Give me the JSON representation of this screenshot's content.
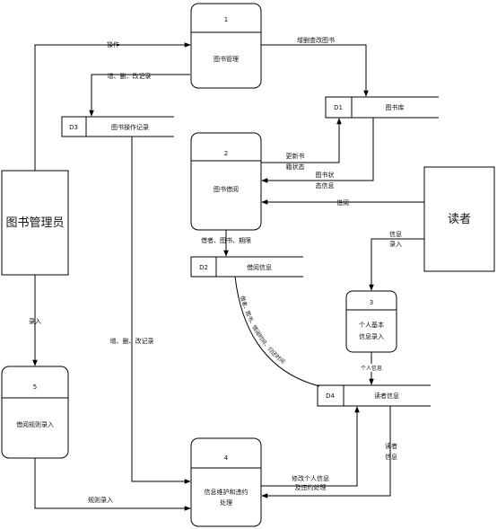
{
  "processes": [
    {
      "id": "1",
      "label": "图书管理"
    },
    {
      "id": "2",
      "label": "图书借阅"
    },
    {
      "id": "3",
      "label_line1": "个人基本",
      "label_line2": "信息录入"
    },
    {
      "id": "4",
      "label_line1": "信息维护和违约",
      "label_line2": "处理"
    },
    {
      "id": "5",
      "label": "借阅规则录入"
    }
  ],
  "entities": {
    "admin": "图书管理员",
    "reader": "读者"
  },
  "stores": [
    {
      "id": "D1",
      "label": "图书库"
    },
    {
      "id": "D3",
      "label": "图书操作记录"
    },
    {
      "id": "D2",
      "label": "借阅信息"
    },
    {
      "id": "D4",
      "label": "读者信息"
    }
  ],
  "flows": {
    "operate": "操作",
    "add_del_change_books": "增删查改图书",
    "add_del_change_record": "增、删、改记录",
    "update_status_1": "更新书",
    "update_status_2": "籍状态",
    "book_status_1": "图书状",
    "book_status_2": "态信息",
    "borrow": "借阅",
    "borrower_book_period": "借者、图书、期限",
    "info_entry_1": "信息",
    "info_entry_2": "录入",
    "borrow_curve": "借者、图书、借阅时间、归还时间",
    "entry": "录入",
    "add_del_change_record_2": "增、删、改记录",
    "personal_info": "个人信息",
    "reader_info_1": "读者",
    "reader_info_2": "信息",
    "modify_personal_1": "修改个人信息",
    "modify_personal_2": "及违约处理",
    "rule_entry": "规则录入"
  }
}
